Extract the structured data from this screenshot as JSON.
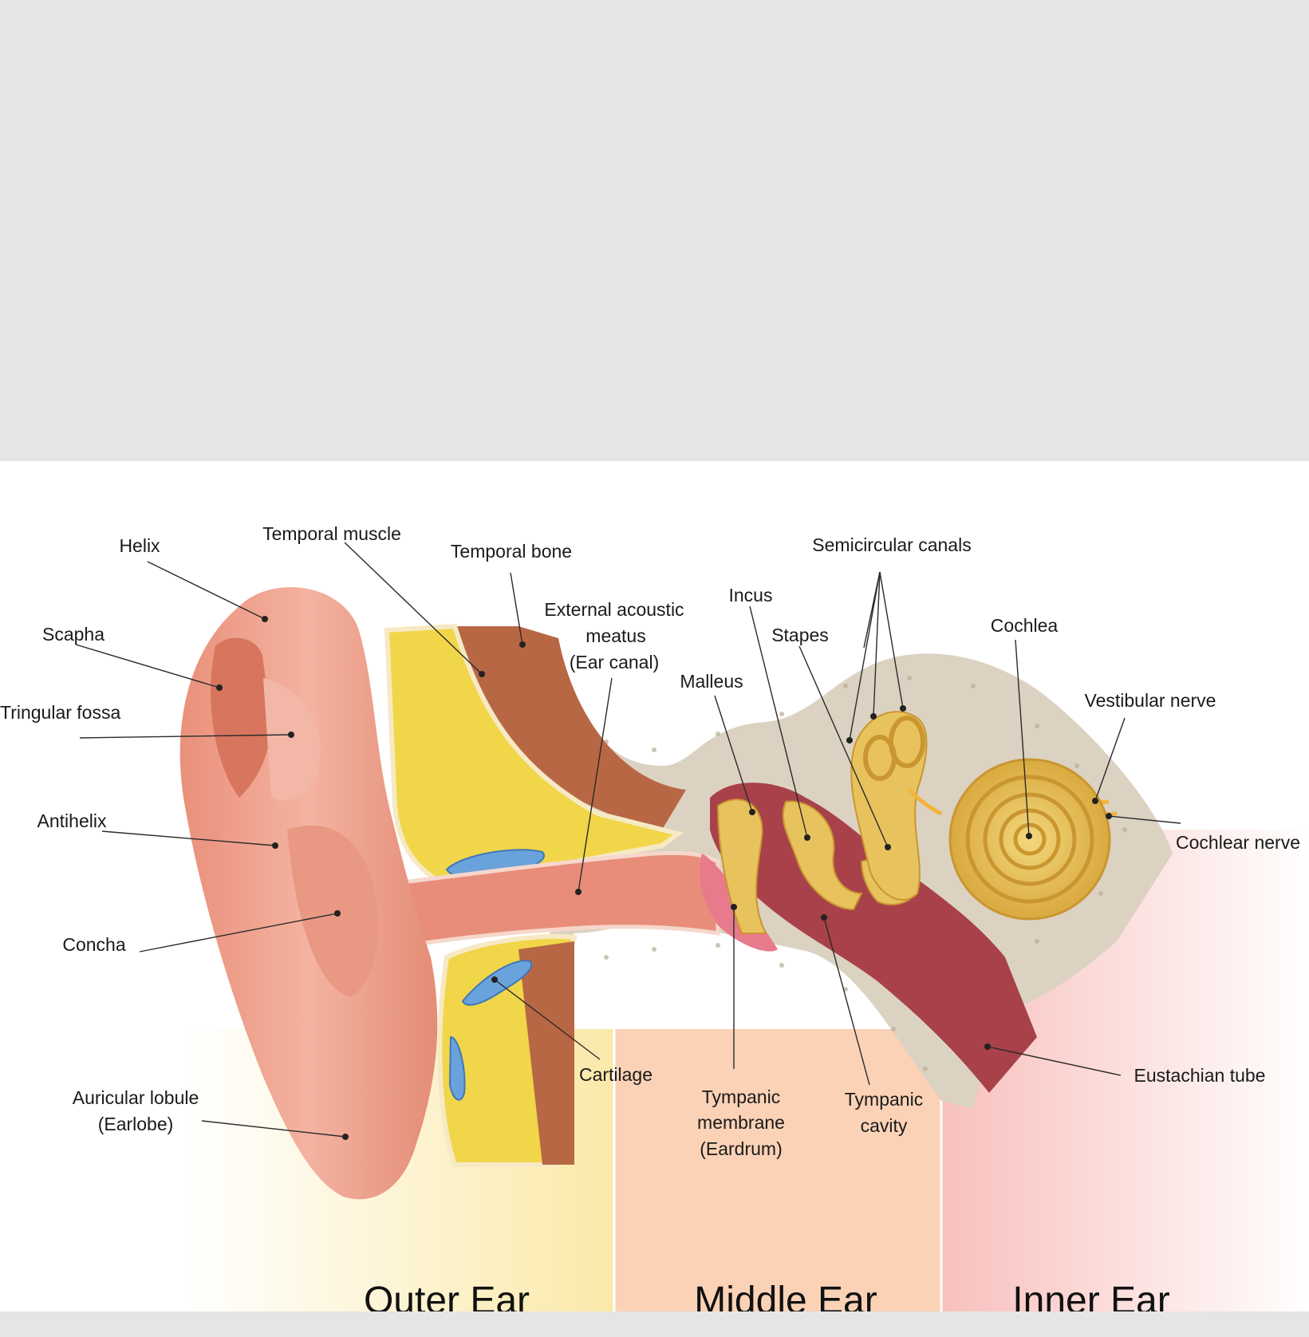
{
  "diagram": {
    "labels": {
      "helix": "Helix",
      "temporal_muscle": "Temporal muscle",
      "temporal_bone": "Temporal bone",
      "semicircular_canals": "Semicircular canals",
      "incus": "Incus",
      "external_acoustic_meatus": [
        "External acoustic",
        "meatus",
        "(Ear canal)"
      ],
      "stapes": "Stapes",
      "cochlea": "Cochlea",
      "scapha": "Scapha",
      "malleus": "Malleus",
      "vestibular_nerve": "Vestibular nerve",
      "triangular_fossa": "Tringular fossa",
      "antihelix": "Antihelix",
      "cochlear_nerve": "Cochlear nerve",
      "concha": "Concha",
      "cartilage": "Cartilage",
      "tympanic_membrane": [
        "Tympanic",
        "membrane",
        "(Eardrum)"
      ],
      "tympanic_cavity": [
        "Tympanic",
        "cavity"
      ],
      "eustachian_tube": "Eustachian tube",
      "auricular_lobule": [
        "Auricular lobule",
        "(Earlobe)"
      ]
    },
    "sections": {
      "outer": "Outer Ear",
      "middle": "Middle Ear",
      "inner": "Inner Ear"
    },
    "colors": {
      "background_top": "#e5e5e5",
      "panel": "#ffffff",
      "outer_zone": "#fbe9a9",
      "middle_zone": "#fbd2b6",
      "inner_zone": "#f8c0bc",
      "skin": "#eea58d",
      "skin_dark": "#d7755e",
      "fat": "#f1d64a",
      "cartilage": "#6aa2dc",
      "bone": "#dcd2c2",
      "muscle": "#b86745",
      "cavity": "#a8414a",
      "ossicle": "#e8c35d",
      "eardrum": "#e77a8b"
    }
  }
}
